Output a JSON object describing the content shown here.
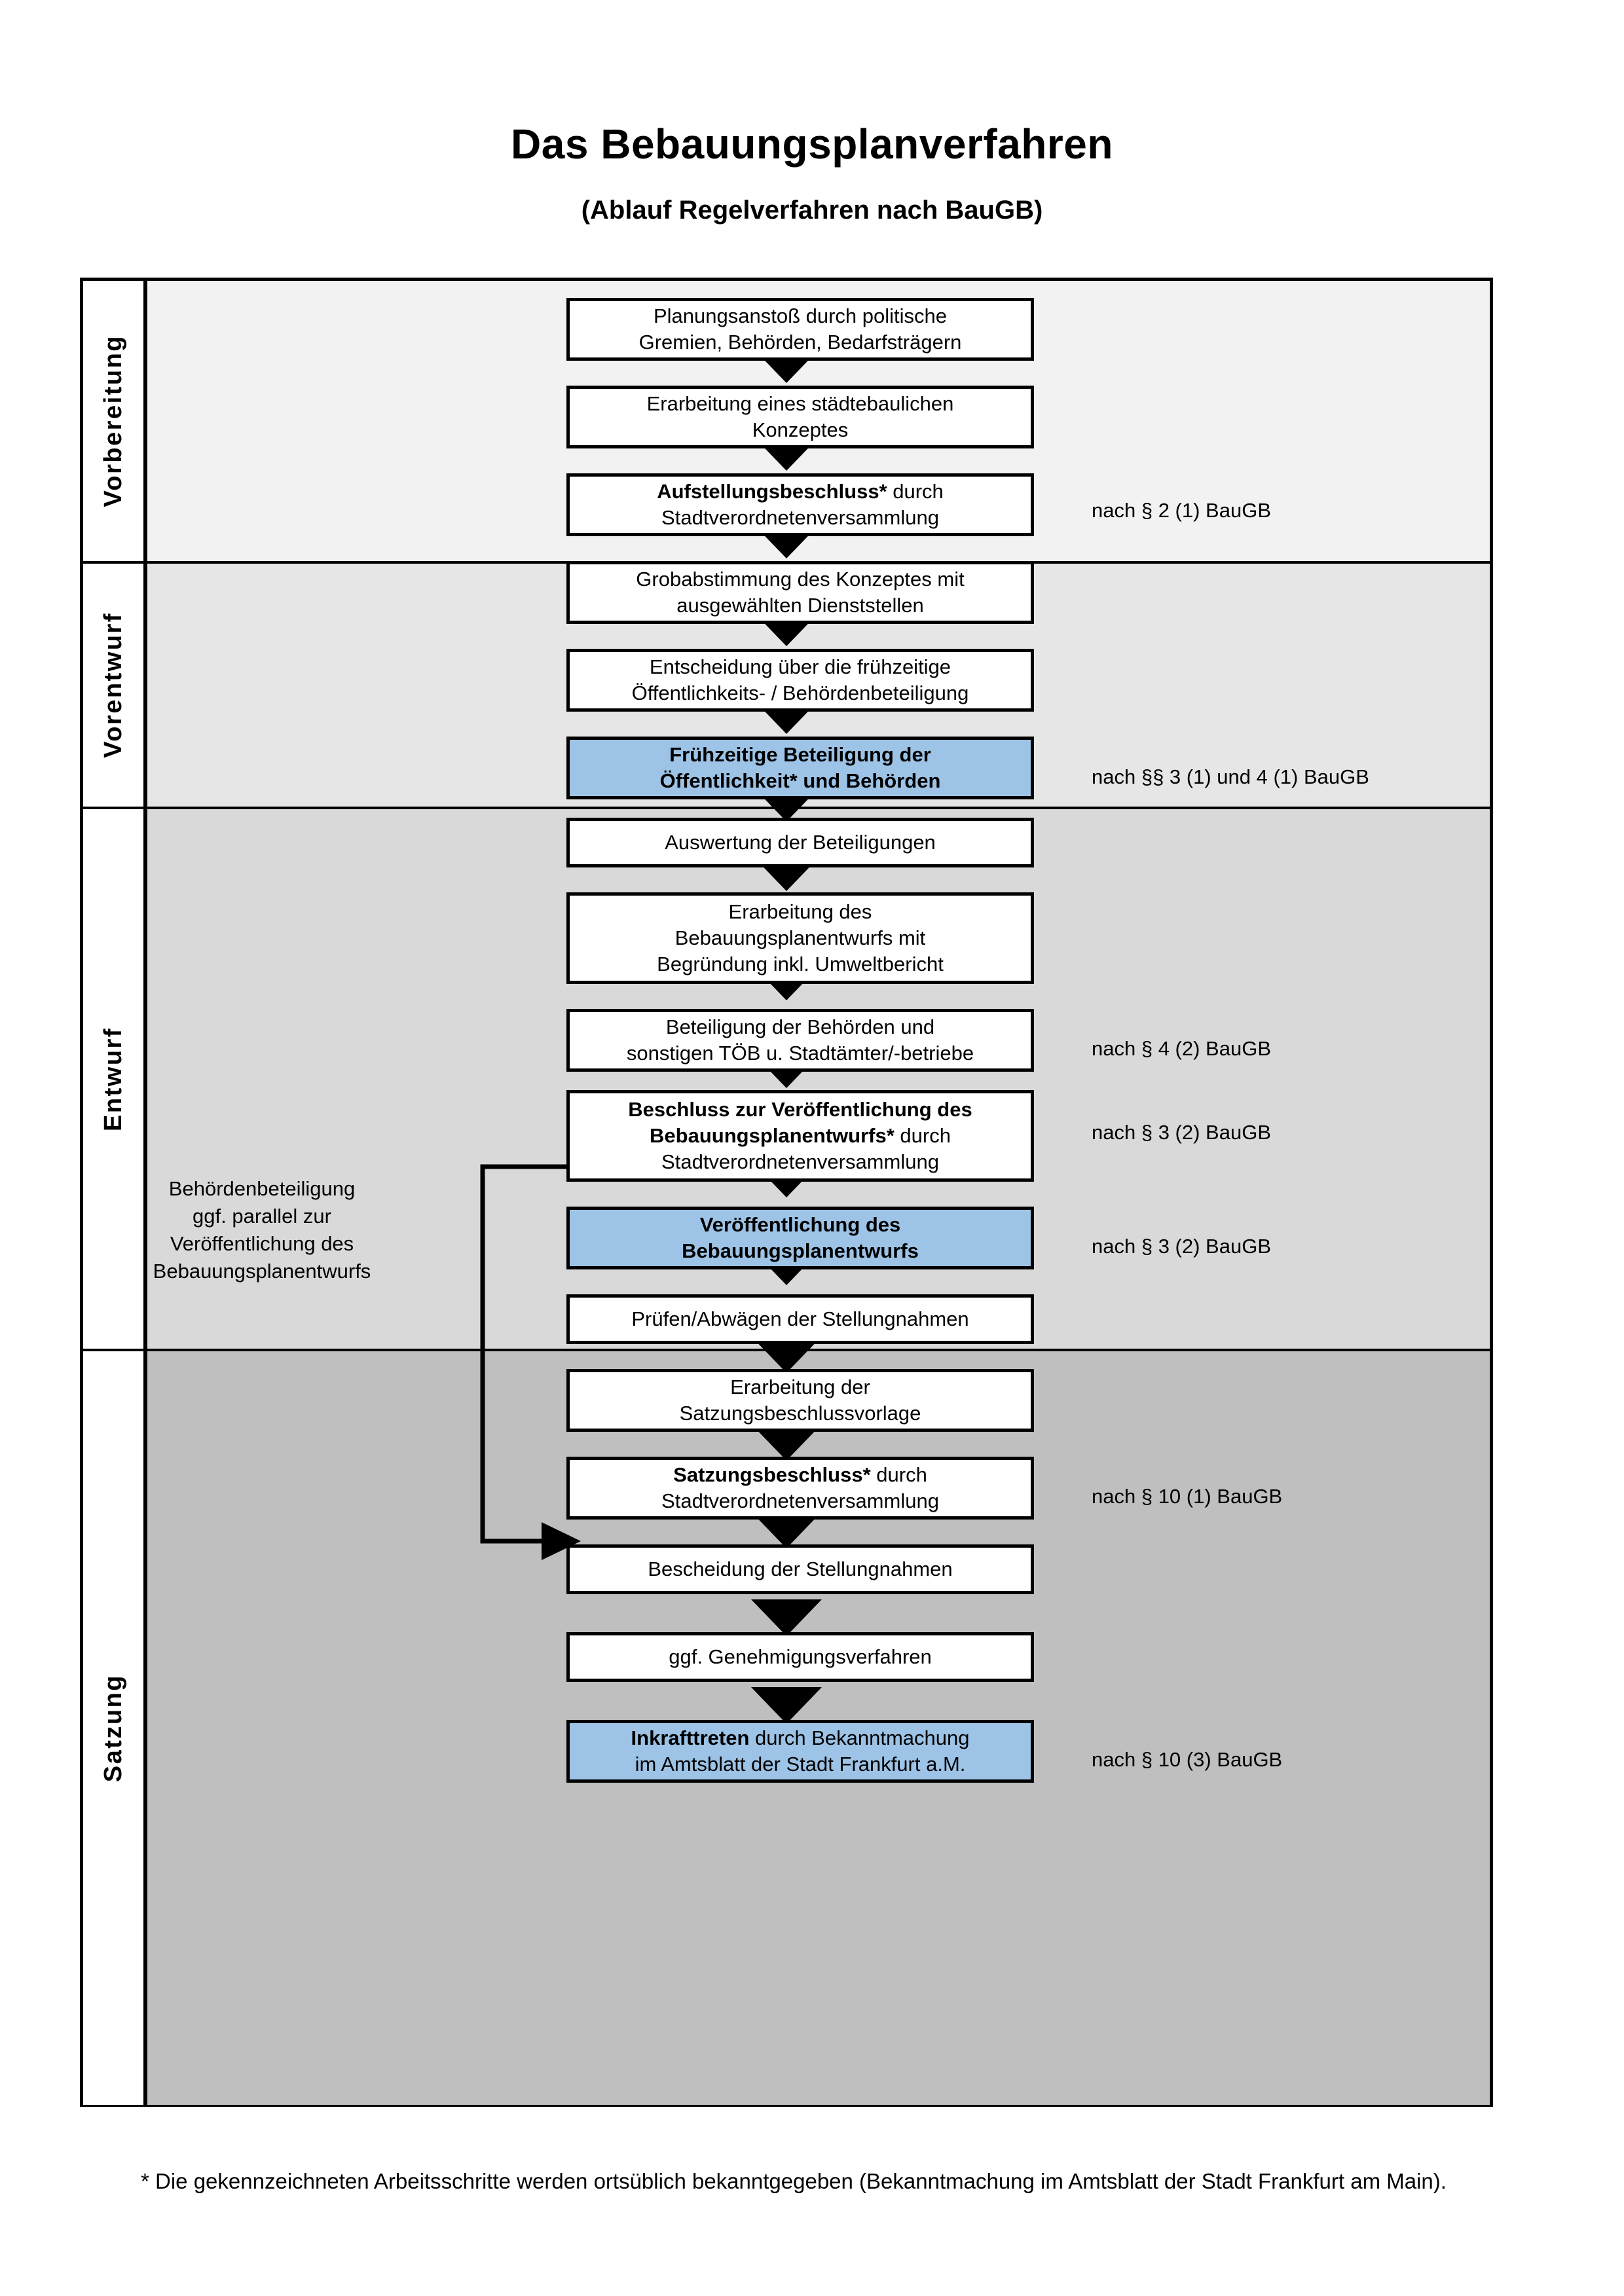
{
  "document": {
    "title": "Das Bebauungsplanverfahren",
    "subtitle": "(Ablauf Regelverfahren nach BauGB)",
    "footnote": "* Die gekennzeichneten Arbeitsschritte werden ortsüblich bekanntgegeben (Bekanntmachung im Amtsblatt  der Stadt Frankfurt am Main)."
  },
  "colors": {
    "highlight": "#9DC3E6",
    "band_vorbereitung": "#F2F2F2",
    "band_vorentwurf": "#E6E6E6",
    "band_entwurf": "#D9D9D9",
    "band_satzung": "#BFBFBF",
    "frame": "#000000"
  },
  "phases": [
    {
      "label": "Vorbereitung"
    },
    {
      "label": "Vorentwurf"
    },
    {
      "label": "Entwurf"
    },
    {
      "label": "Satzung"
    }
  ],
  "steps": [
    {
      "id": "planungsanstoss",
      "lines": [
        "Planungsanstoß durch politische",
        "Gremien, Behörden, Bedarfsträgern"
      ],
      "bold": false,
      "highlight": false,
      "phase": "Vorbereitung"
    },
    {
      "id": "staedtebauliches-konzept",
      "lines": [
        "Erarbeitung eines städtebaulichen",
        "Konzeptes"
      ],
      "bold": false,
      "highlight": false,
      "phase": "Vorbereitung"
    },
    {
      "id": "aufstellungsbeschluss",
      "lines": [
        "Aufstellungsbeschluss* durch",
        "Stadtverordnetenversammlung"
      ],
      "bold_prefix": "Aufstellungsbeschluss*",
      "bold": false,
      "highlight": false,
      "phase": "Vorbereitung"
    },
    {
      "id": "grobabstimmung",
      "lines": [
        "Grobabstimmung des Konzeptes mit",
        "ausgewählten Dienststellen"
      ],
      "bold": false,
      "highlight": false,
      "phase": "Vorentwurf"
    },
    {
      "id": "entscheidung-fruehzeitige",
      "lines": [
        "Entscheidung über die frühzeitige",
        "Öffentlichkeits- / Behördenbeteiligung"
      ],
      "bold": false,
      "highlight": false,
      "phase": "Vorentwurf"
    },
    {
      "id": "fruehzeitige-beteiligung",
      "lines": [
        "Frühzeitige Beteiligung der",
        "Öffentlichkeit* und Behörden"
      ],
      "bold": true,
      "highlight": true,
      "phase": "Vorentwurf"
    },
    {
      "id": "auswertung-beteiligungen",
      "lines": [
        "Auswertung der Beteiligungen"
      ],
      "bold": false,
      "highlight": false,
      "phase": "Entwurf"
    },
    {
      "id": "erarbeitung-bplanentwurf",
      "lines": [
        "Erarbeitung des",
        "Bebauungsplanentwurfs mit",
        "Begründung inkl. Umweltbericht"
      ],
      "bold": false,
      "highlight": false,
      "phase": "Entwurf"
    },
    {
      "id": "beteiligung-behoerden-toeb",
      "lines": [
        "Beteiligung der Behörden und",
        "sonstigen TÖB u. Stadtämter/-betriebe"
      ],
      "bold": false,
      "highlight": false,
      "phase": "Entwurf"
    },
    {
      "id": "beschluss-veroeffentlichung",
      "lines": [
        "Beschluss zur Veröffentlichung des",
        "Bebauungsplanentwurfs* durch",
        "Stadtverordnetenversammlung"
      ],
      "bold_prefix": "Beschluss zur Veröffentlichung des Bebauungsplanentwurfs*",
      "bold": false,
      "highlight": false,
      "phase": "Entwurf"
    },
    {
      "id": "veroeffentlichung-bplanentwurf",
      "lines": [
        "Veröffentlichung des",
        "Bebauungsplanentwurfs"
      ],
      "bold": true,
      "highlight": true,
      "phase": "Entwurf"
    },
    {
      "id": "pruefen-abwaegen",
      "lines": [
        "Prüfen/Abwägen der Stellungnahmen"
      ],
      "bold": false,
      "highlight": false,
      "phase": "Satzung"
    },
    {
      "id": "erarbeitung-satzungsvorlage",
      "lines": [
        "Erarbeitung der",
        "Satzungsbeschlussvorlage"
      ],
      "bold": false,
      "highlight": false,
      "phase": "Satzung"
    },
    {
      "id": "satzungsbeschluss",
      "lines": [
        "Satzungsbeschluss* durch",
        "Stadtverordnetenversammlung"
      ],
      "bold_prefix": "Satzungsbeschluss*",
      "bold": false,
      "highlight": false,
      "phase": "Satzung"
    },
    {
      "id": "bescheidung-stellungnahmen",
      "lines": [
        "Bescheidung der Stellungnahmen"
      ],
      "bold": false,
      "highlight": false,
      "phase": "Satzung"
    },
    {
      "id": "genehmigungsverfahren",
      "lines": [
        "ggf. Genehmigungsverfahren"
      ],
      "bold": false,
      "highlight": false,
      "phase": "Satzung"
    },
    {
      "id": "inkrafttreten",
      "lines": [
        "Inkrafttreten durch Bekanntmachung",
        "im Amtsblatt der Stadt Frankfurt a.M."
      ],
      "bold_prefix": "Inkrafttreten",
      "bold": false,
      "highlight": true,
      "phase": "Satzung"
    }
  ],
  "legal_notes": [
    {
      "id": "note-par2-1",
      "text": "nach § 2 (1) BauGB",
      "for_step": "aufstellungsbeschluss"
    },
    {
      "id": "note-par3-1-par4-1",
      "text": "nach §§ 3 (1) und 4 (1) BauGB",
      "for_step": "fruehzeitige-beteiligung"
    },
    {
      "id": "note-par4-2",
      "text": "nach § 4 (2) BauGB",
      "for_step": "beteiligung-behoerden-toeb"
    },
    {
      "id": "note-par3-2-a",
      "text": "nach § 3 (2) BauGB",
      "for_step": "beschluss-veroeffentlichung"
    },
    {
      "id": "note-par3-2-b",
      "text": "nach § 3 (2) BauGB",
      "for_step": "veroeffentlichung-bplanentwurf"
    },
    {
      "id": "note-par10-1",
      "text": "nach § 10 (1) BauGB",
      "for_step": "satzungsbeschluss"
    },
    {
      "id": "note-par10-3",
      "text": "nach § 10 (3) BauGB",
      "for_step": "inkrafttreten"
    }
  ],
  "side_note": {
    "lines": [
      "Behördenbeteiligung",
      "ggf. parallel zur",
      "Veröffentlichung des",
      "Bebauungsplanentwurfs"
    ]
  }
}
